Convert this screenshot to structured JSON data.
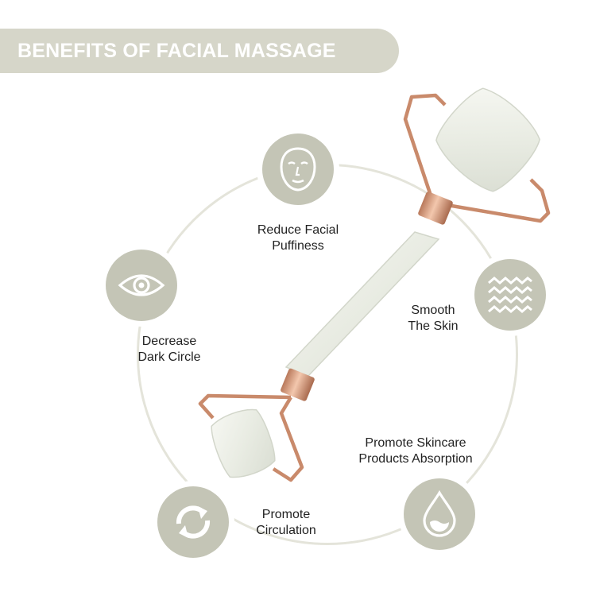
{
  "banner": {
    "title": "BENEFITS OF FACIAL MASSAGE"
  },
  "colors": {
    "banner": "#d6d6c9",
    "badge": "#c4c5b6",
    "ring": "#e4e4da",
    "frame": "#c98a6b",
    "jade": "#eef0e8"
  },
  "benefits": [
    {
      "icon": "face-mask-icon",
      "line1": "Reduce Facial",
      "line2": "Puffiness"
    },
    {
      "icon": "eye-icon",
      "line1": "Decrease",
      "line2": "Dark Circle"
    },
    {
      "icon": "waves-icon",
      "line1": "Smooth",
      "line2": "The Skin"
    },
    {
      "icon": "refresh-icon",
      "line1": "Promote",
      "line2": "Circulation"
    },
    {
      "icon": "droplet-icon",
      "line1": "Promote Skincare",
      "line2": "Products Absorption"
    }
  ]
}
